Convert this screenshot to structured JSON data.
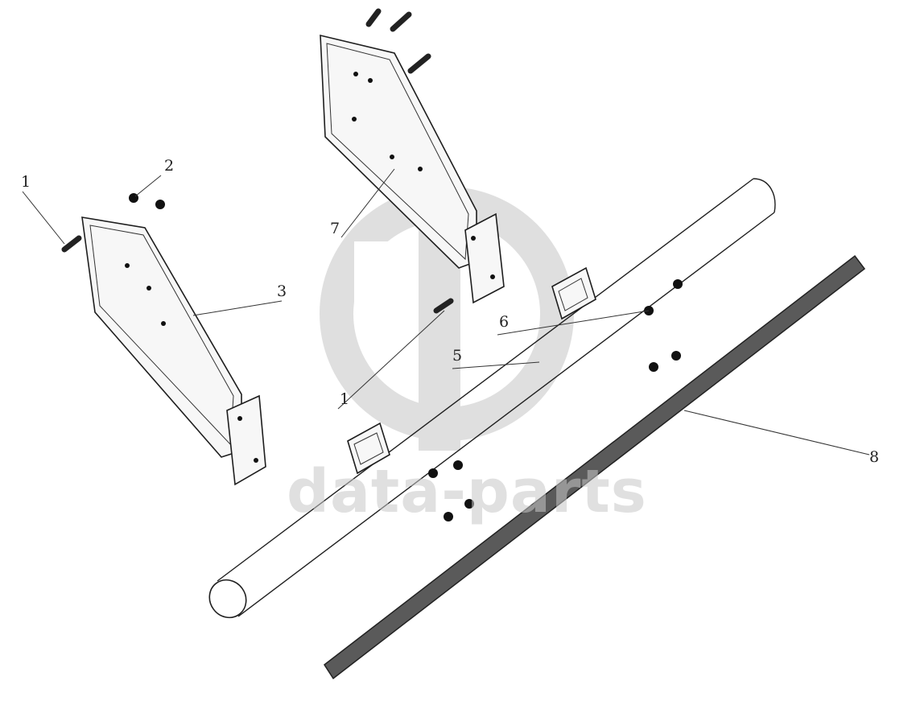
{
  "watermark": {
    "text": "data-parts",
    "logo": "dp-logo-icon"
  },
  "callouts": [
    {
      "id": "c1a",
      "label": "1"
    },
    {
      "id": "c2",
      "label": "2"
    },
    {
      "id": "c3",
      "label": "3"
    },
    {
      "id": "c7",
      "label": "7"
    },
    {
      "id": "c6",
      "label": "6"
    },
    {
      "id": "c5",
      "label": "5"
    },
    {
      "id": "c1b",
      "label": "1"
    },
    {
      "id": "c8",
      "label": "8"
    }
  ],
  "parts": {
    "bolt": "bolt-icon",
    "nut": "nut-icon",
    "left_bracket": "left-bracket",
    "right_bracket": "right-bracket",
    "main_tube": "main-tube",
    "flat_bar": "flat-bar",
    "mount_plate": "mount-plate"
  }
}
